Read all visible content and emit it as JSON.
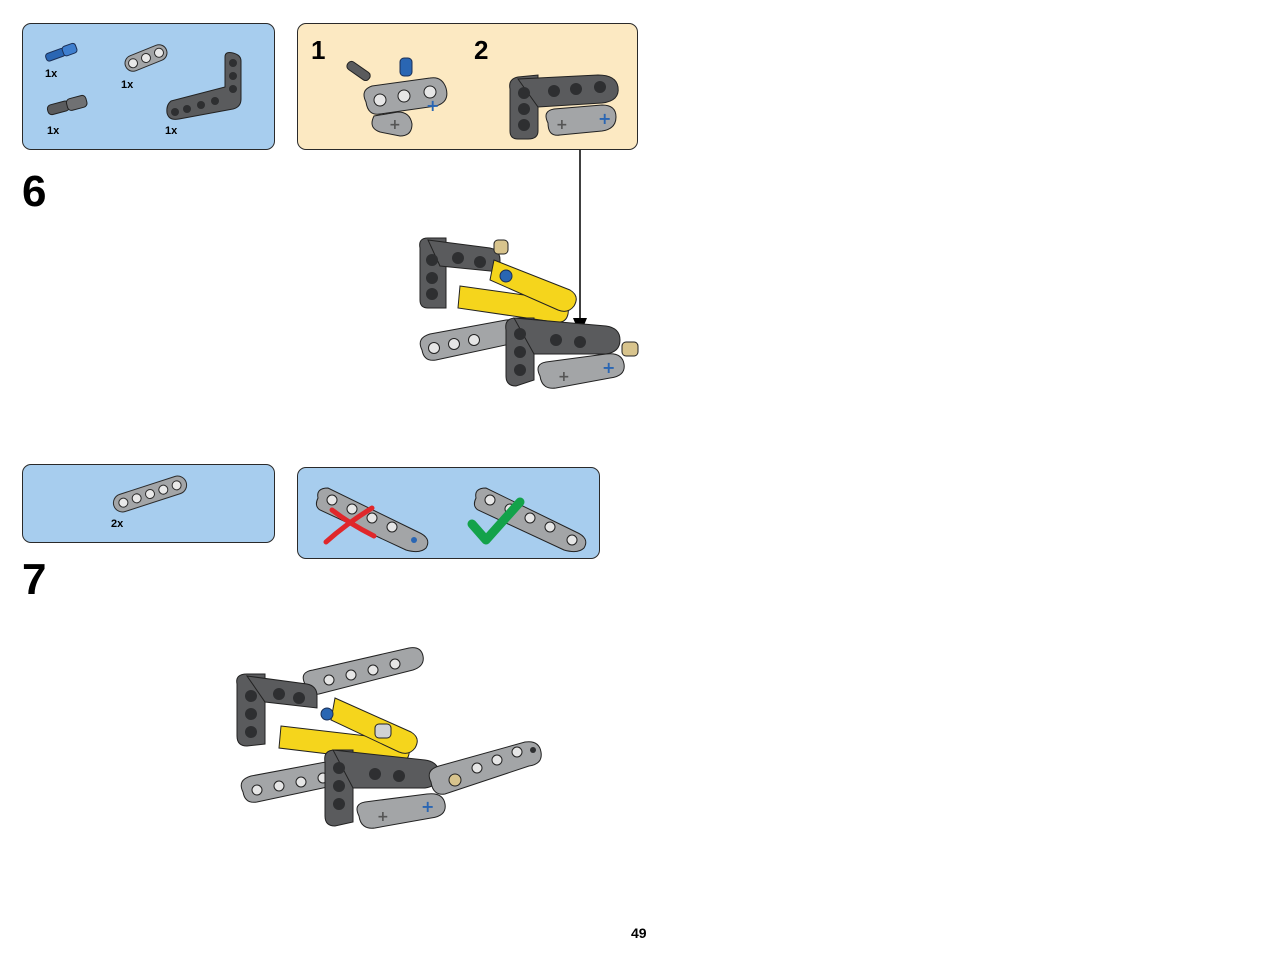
{
  "page": {
    "number": "49"
  },
  "step6": {
    "number": "6",
    "parts": [
      {
        "name": "blue-axle-pin",
        "qty": "1x"
      },
      {
        "name": "short-beam-3",
        "qty": "1x"
      },
      {
        "name": "dark-axle-pin",
        "qty": "1x"
      },
      {
        "name": "l-beam-3x5",
        "qty": "1x"
      }
    ],
    "substeps": [
      "1",
      "2"
    ]
  },
  "step7": {
    "number": "7",
    "parts": [
      {
        "name": "liftarm-5",
        "qty": "2x"
      }
    ]
  },
  "colors": {
    "parts_panel": "#a7cdee",
    "callout_panel": "#fce9c2",
    "dark_grey": "#5a5b5d",
    "light_grey": "#a3a5a7",
    "yellow": "#f5d51c",
    "blue": "#2a66b3",
    "tan": "#d8c48d",
    "wrong_mark": "#e0272b",
    "right_mark": "#13a24a"
  }
}
